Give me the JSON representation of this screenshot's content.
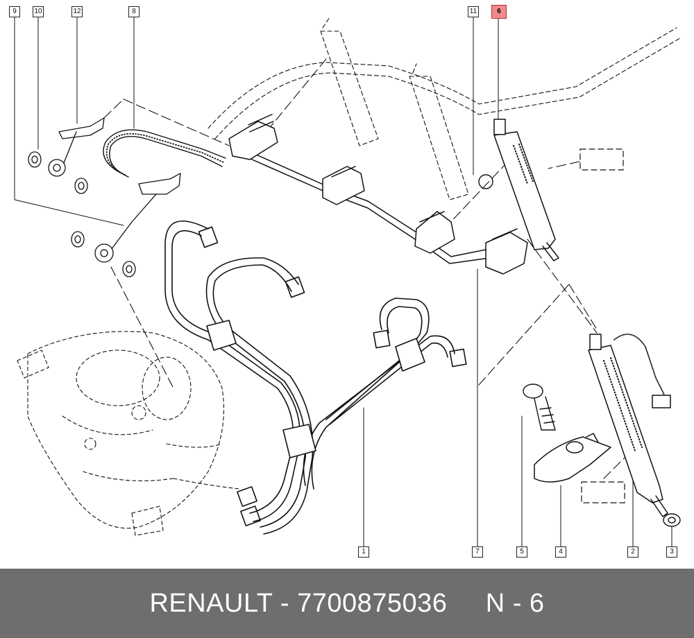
{
  "callouts": {
    "c9": "9",
    "c10": "10",
    "c12": "12",
    "c8": "8",
    "c11": "11",
    "c6": "6",
    "c1": "1",
    "c7": "7",
    "c5": "5",
    "c4": "4",
    "c2": "2",
    "c3": "3"
  },
  "highlight_color": "#f08a8a",
  "footer": {
    "brand": "RENAULT",
    "part_number": "7700875036",
    "ref": "N - 6",
    "text": "RENAULT - 7700875036     N - 6",
    "background": "#6e6e6e"
  }
}
